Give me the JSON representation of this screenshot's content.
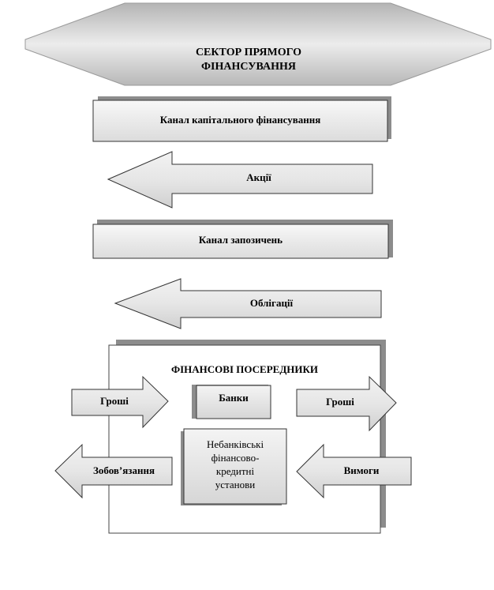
{
  "header": {
    "line1": "СЕКТОР ПРЯМОГО",
    "line2": "ФІНАНСУВАННЯ"
  },
  "channels": {
    "capital": "Канал капітального фінансування",
    "shares": "Акції",
    "borrowing": "Канал запозичень",
    "bonds": "Облігації"
  },
  "intermediaries": {
    "title": "ФІНАНСОВІ ПОСЕРЕДНИКИ",
    "banks": "Банки",
    "nonbank": [
      "Небанківські",
      "фінансово-",
      "кредитні",
      "установи"
    ],
    "money_in": "Гроші",
    "money_out": "Гроші",
    "liabilities": "Зобов’язання",
    "claims": "Вимоги"
  }
}
